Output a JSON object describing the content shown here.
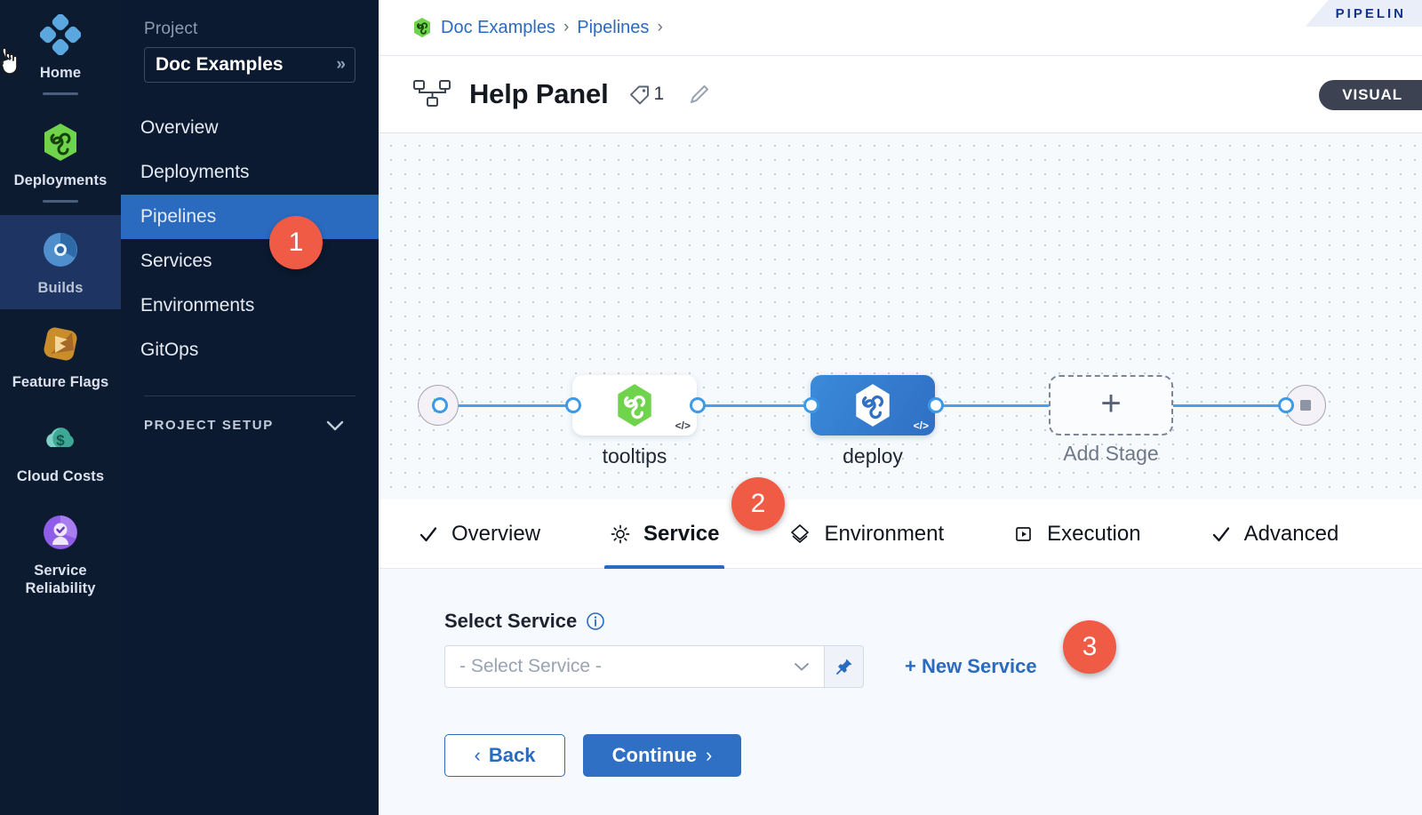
{
  "rail": {
    "items": [
      {
        "label": "Home",
        "icon": "home-diamond-icon",
        "selected": false,
        "underline": true
      },
      {
        "label": "Deployments",
        "icon": "deployments-hex-icon",
        "selected": false,
        "underline": true
      },
      {
        "label": "Builds",
        "icon": "builds-circle-icon",
        "selected": true,
        "underline": false
      },
      {
        "label": "Feature Flags",
        "icon": "feature-flags-icon",
        "selected": false,
        "underline": false
      },
      {
        "label": "Cloud Costs",
        "icon": "cloud-costs-icon",
        "selected": false,
        "underline": false
      },
      {
        "label": "Service Reliability",
        "icon": "service-reliability-icon",
        "selected": false,
        "underline": false
      }
    ]
  },
  "sidebar": {
    "kicker": "Project",
    "project_name": "Doc Examples",
    "project_chevron": "»",
    "items": [
      {
        "label": "Overview",
        "active": false
      },
      {
        "label": "Deployments",
        "active": false
      },
      {
        "label": "Pipelines",
        "active": true
      },
      {
        "label": "Services",
        "active": false
      },
      {
        "label": "Environments",
        "active": false
      },
      {
        "label": "GitOps",
        "active": false
      }
    ],
    "setup_label": "PROJECT SETUP",
    "setup_icon": "chevron-down-icon"
  },
  "breadcrumb": {
    "icon": "project-hex-icon",
    "crumbs": [
      "Doc Examples",
      "Pipelines"
    ],
    "separator": "›"
  },
  "ribbon": {
    "text": "PIPELIN"
  },
  "header": {
    "icon": "pipeline-nodes-icon",
    "title": "Help Panel",
    "tag_icon": "tag-icon",
    "tag_count": "1",
    "edit_icon": "pencil-icon",
    "mode_badge": "VISUAL"
  },
  "canvas": {
    "start_icon": "play-icon",
    "end_icon": "stop-icon",
    "add_icon": "plus-icon",
    "code_tag": "</>",
    "stages": [
      {
        "name": "tooltips",
        "type": "white",
        "icon": "deployments-hex-icon"
      },
      {
        "name": "deploy",
        "type": "blue",
        "icon": "deployments-hex-white-icon"
      }
    ],
    "add_stage_label": "Add Stage"
  },
  "tabs": [
    {
      "label": "Overview",
      "icon": "check-icon",
      "active": false
    },
    {
      "label": "Service",
      "icon": "gear-icon",
      "active": true
    },
    {
      "label": "Environment",
      "icon": "layers-icon",
      "active": false
    },
    {
      "label": "Execution",
      "icon": "play-box-icon",
      "active": false
    },
    {
      "label": "Advanced",
      "icon": "check-icon",
      "active": false
    }
  ],
  "form": {
    "label": "Select Service",
    "info_icon": "info-icon",
    "select_value": "- Select Service -",
    "select_chevron_icon": "chevron-down-icon",
    "pin_icon": "pin-icon",
    "new_service_label": "+ New Service",
    "back_label": "Back",
    "back_icon": "chevron-left-icon",
    "continue_label": "Continue",
    "continue_icon": "chevron-right-icon"
  },
  "callouts": [
    {
      "number": "1"
    },
    {
      "number": "2"
    },
    {
      "number": "3"
    }
  ],
  "colors": {
    "accent_blue": "#2a6bc0",
    "callout_orange": "#ef5b45",
    "rail_bg": "#0d1b31",
    "rail_selected": "#1e3563",
    "sidebar_bg": "#0b1a30",
    "canvas_bg": "#f6fafd",
    "wire_blue": "#3c9ae8",
    "stage_green": "#5cc04a"
  }
}
